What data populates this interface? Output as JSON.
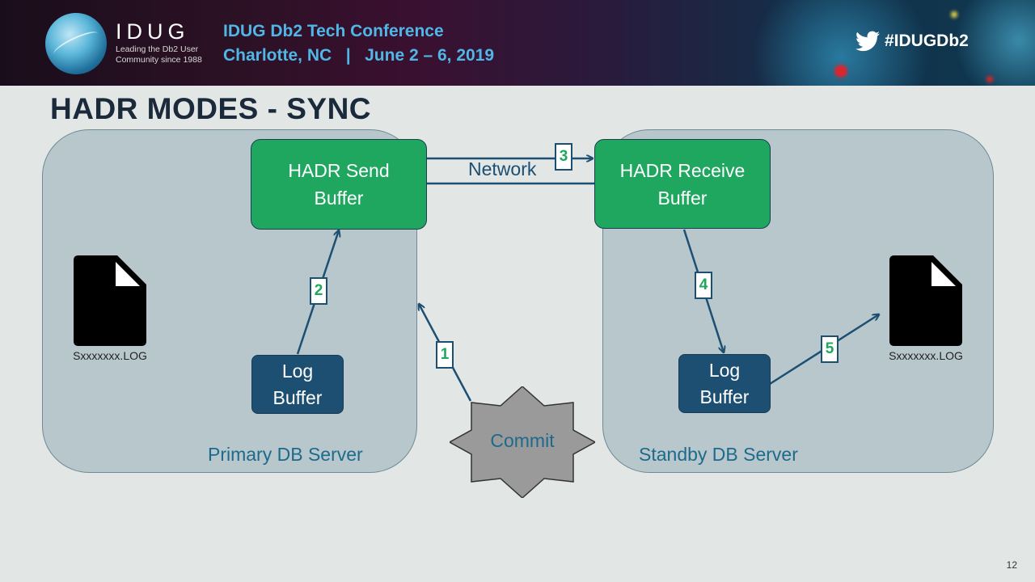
{
  "banner": {
    "logo_word": "IDUG",
    "logo_tagline_1": "Leading the Db2 User",
    "logo_tagline_2": "Community since 1988",
    "conference_title": "IDUG Db2 Tech Conference",
    "conference_location": "Charlotte, NC",
    "conference_separator": "|",
    "conference_dates": "June 2 – 6, 2019",
    "hashtag": "#IDUGDb2",
    "icon": "twitter-bird-icon"
  },
  "slide": {
    "title": "HADR MODES - SYNC",
    "page_number": "12"
  },
  "diagram": {
    "primary_server_label": "Primary DB Server",
    "standby_server_label": "Standby DB Server",
    "send_buffer": [
      "HADR Send",
      "Buffer"
    ],
    "receive_buffer": [
      "HADR Receive",
      "Buffer"
    ],
    "primary_log_buffer": [
      "Log",
      "Buffer"
    ],
    "standby_log_buffer": [
      "Log",
      "Buffer"
    ],
    "network_label": "Network",
    "primary_log_file": "Sxxxxxxx.LOG",
    "standby_log_file": "Sxxxxxxx.LOG",
    "commit_label": "Commit",
    "steps": [
      "1",
      "2",
      "3",
      "4",
      "5"
    ],
    "colors": {
      "server_fill": "#b7c7cb",
      "buffer_green": "#1fa760",
      "log_buffer_navy": "#1d4f72",
      "arrow": "#1d4f72",
      "step_digit": "#1fa760",
      "commit_fill": "#9a9a9a"
    }
  }
}
